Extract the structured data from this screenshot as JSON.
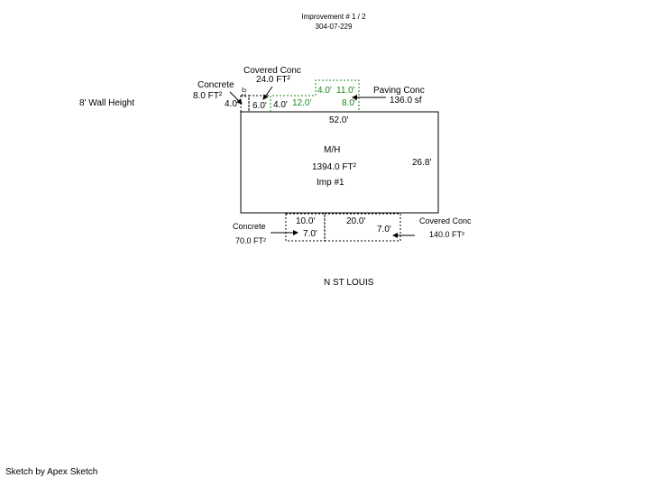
{
  "header": {
    "title": "Improvement # 1 / 2",
    "parcel": "304-07-229"
  },
  "wall_height": "8' Wall Height",
  "main": {
    "label": "M/H",
    "area": "1394.0 FT²",
    "imp": "Imp #1",
    "top_dim": "52.0'",
    "right_dim": "26.8'"
  },
  "concrete_top": {
    "label": "Concrete",
    "area": "8.0 FT²",
    "dim_left": "4.0'",
    "dim_top": "2.0'"
  },
  "covered_conc_top": {
    "label": "Covered Conc",
    "area": "24.0 FT²",
    "dim_w": "6.0'",
    "dim_h": "4.0'"
  },
  "paving_conc": {
    "label": "Paving Conc",
    "area": "136.0 sf",
    "dims": [
      "4.0'",
      "11.0'",
      "12.0'",
      "8.0'"
    ]
  },
  "concrete_bottom": {
    "label": "Concrete",
    "area": "70.0 FT²",
    "dim_w": "10.0'",
    "dim_h": "7.0'"
  },
  "covered_conc_bottom": {
    "label": "Covered Conc",
    "area": "140.0 FT²",
    "dim_w": "20.0'",
    "dim_h": "7.0'"
  },
  "street": "N ST LOUIS",
  "footer": "Sketch by Apex Sketch",
  "colors": {
    "paving": "#1a8a1a",
    "line": "#000000"
  }
}
